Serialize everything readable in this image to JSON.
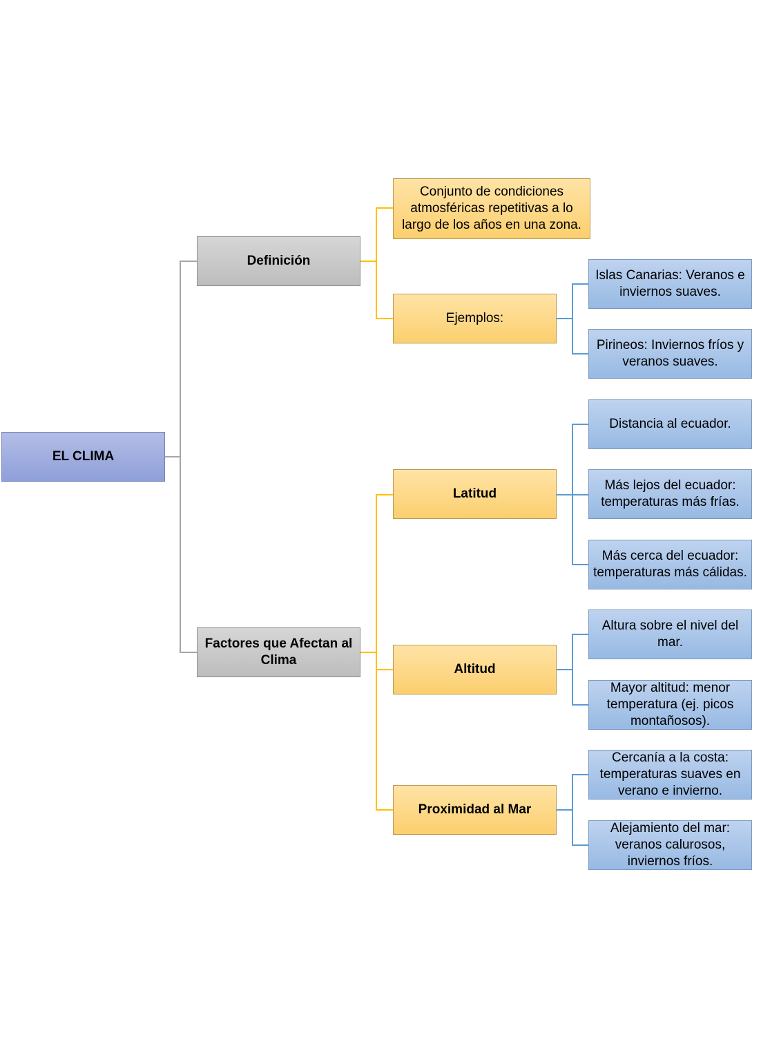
{
  "colors": {
    "root_fill": "#a3afe0",
    "level1_fill": "#c9c9c9",
    "level2_fill": "#fdd98a",
    "leaf_fill": "#aac6ea",
    "root_connector": "#a6a6a6",
    "level2_connector": "#ffc000",
    "leaf_connector": "#5b9bd5"
  },
  "root": {
    "label": "EL CLIMA"
  },
  "definicion": {
    "label": "Definición",
    "concept": "Conjunto de condiciones atmosféricas repetitivas a lo largo de los años en una zona.",
    "ejemplos": {
      "label": "Ejemplos:",
      "items": [
        "Islas Canarias: Veranos e inviernos suaves.",
        "Pirineos: Inviernos fríos y veranos suaves."
      ]
    }
  },
  "factores": {
    "label": "Factores que Afectan al Clima",
    "latitud": {
      "label": "Latitud",
      "items": [
        "Distancia al ecuador.",
        "Más lejos del ecuador: temperaturas más frías.",
        "Más cerca del ecuador: temperaturas más cálidas."
      ]
    },
    "altitud": {
      "label": "Altitud",
      "items": [
        "Altura sobre el nivel del mar.",
        "Mayor altitud: menor temperatura (ej. picos montañosos)."
      ]
    },
    "mar": {
      "label": "Proximidad al Mar",
      "items": [
        "Cercanía a la costa: temperaturas suaves en verano e invierno.",
        "Alejamiento del mar: veranos calurosos, inviernos fríos."
      ]
    }
  }
}
